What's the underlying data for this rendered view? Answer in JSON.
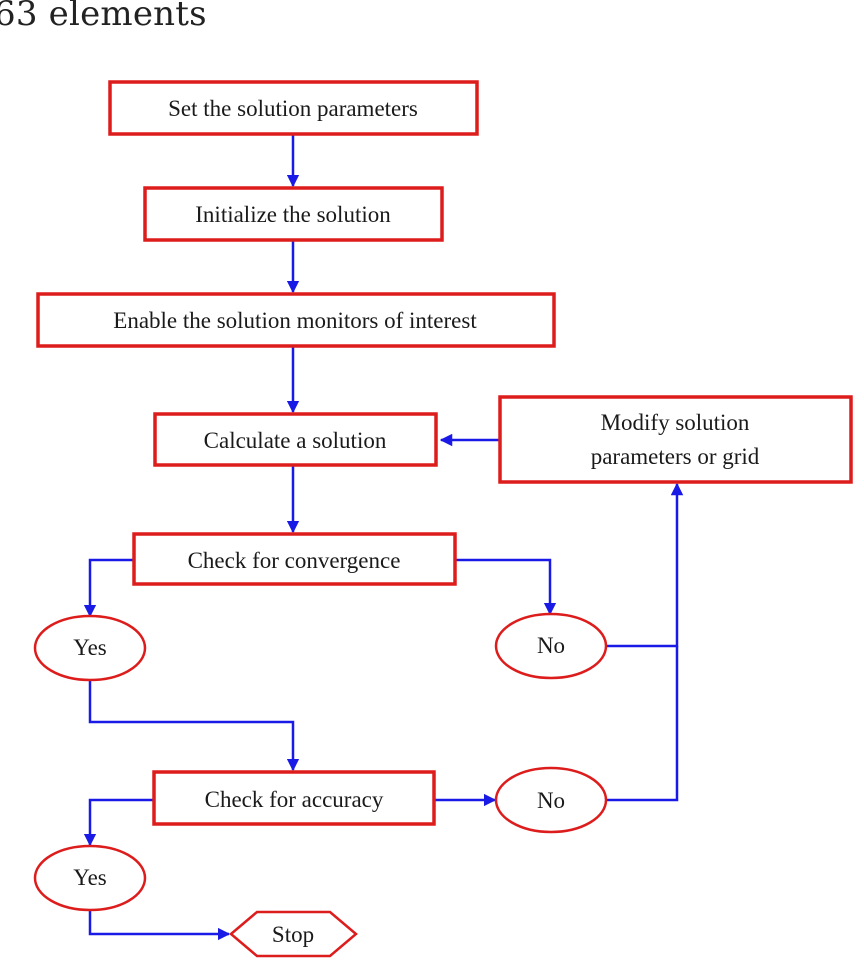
{
  "header": {
    "title": "63 elements"
  },
  "flowchart": {
    "steps": {
      "set_parameters": "Set the solution parameters",
      "initialize": "Initialize the solution",
      "enable_monitors": "Enable the solution monitors of interest",
      "calculate": "Calculate a solution",
      "modify_line1": "Modify solution",
      "modify_line2": "parameters or grid",
      "check_convergence": "Check for convergence",
      "check_accuracy": "Check for accuracy",
      "stop": "Stop"
    },
    "decisions": {
      "convergence_yes": "Yes",
      "convergence_no": "No",
      "accuracy_yes": "Yes",
      "accuracy_no": "No"
    },
    "colors": {
      "box_border": "#dd1c1c",
      "arrow": "#1a1ae6",
      "text": "#1a1a1a"
    }
  }
}
